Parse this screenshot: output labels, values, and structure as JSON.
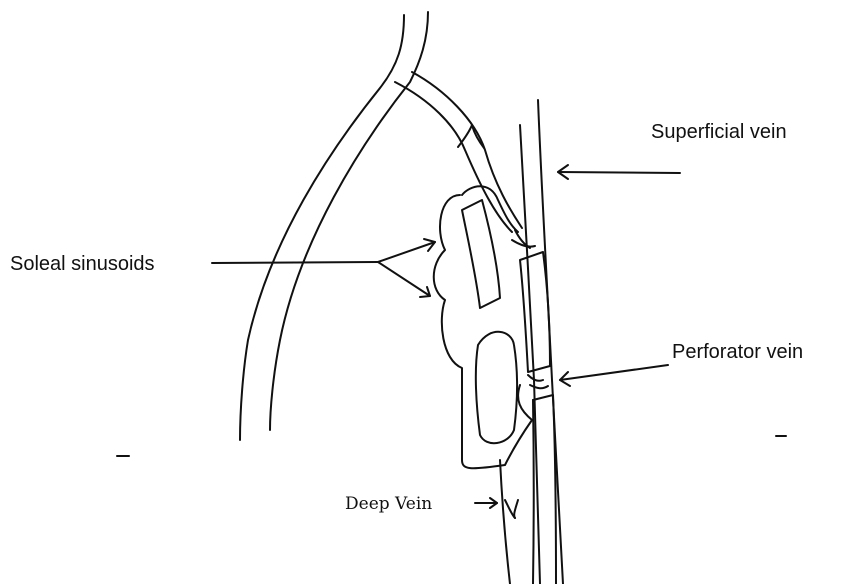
{
  "labels": {
    "superficial": "Superficial  vein",
    "soleal": "Soleal sinusoids",
    "perforator": "Perforator vein",
    "deep": "Deep Vein"
  },
  "colors": {
    "ink": "#111111",
    "background": "#ffffff"
  }
}
